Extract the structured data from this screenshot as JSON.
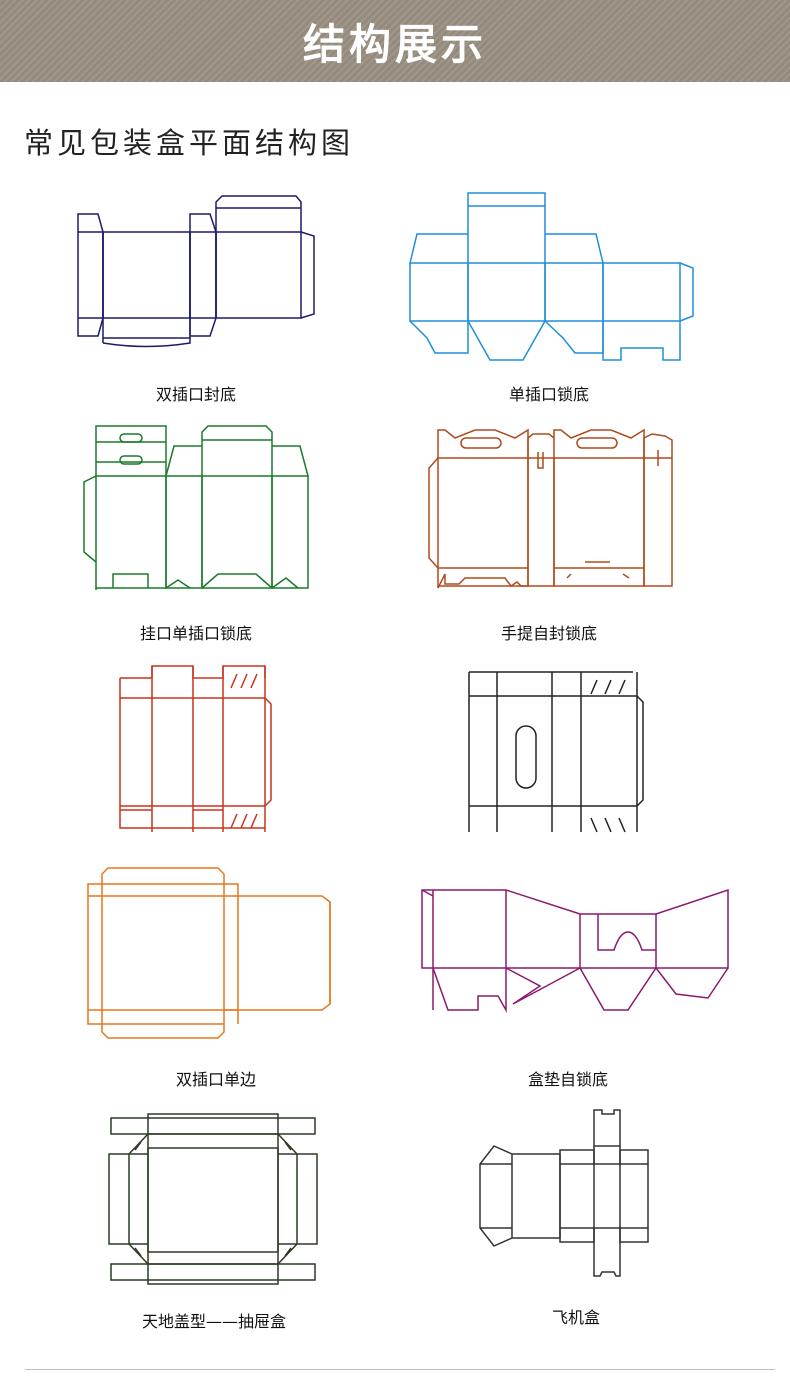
{
  "header": {
    "title": "结构展示",
    "subtitle": "常见包装盒平面结构图"
  },
  "boxes": [
    {
      "label": "双插口封底",
      "color": "#1c1a6b",
      "icon": "double-tuck-box-dieline"
    },
    {
      "label": "单插口锁底",
      "color": "#1f8fd8",
      "icon": "single-tuck-lock-bottom-dieline"
    },
    {
      "label": "挂口单插口锁底",
      "color": "#1a7a2a",
      "icon": "hanger-tuck-lock-bottom-dieline"
    },
    {
      "label": "手提自封锁底",
      "color": "#b04a1c",
      "icon": "handle-auto-lock-bottom-dieline"
    },
    {
      "label": "",
      "color": "#c8321f",
      "icon": "tuck-end-box-dieline"
    },
    {
      "label": "",
      "color": "#222222",
      "icon": "window-tuck-box-dieline"
    },
    {
      "label": "双插口单边",
      "color": "#e8761d",
      "icon": "double-tuck-single-side-dieline"
    },
    {
      "label": "盒垫自锁底",
      "color": "#8c1a6c",
      "icon": "insert-auto-lock-bottom-dieline"
    },
    {
      "label": "天地盖型——抽屉盒",
      "color": "#2c3b25",
      "icon": "drawer-box-dieline"
    },
    {
      "label": "飞机盒",
      "color": "#333333",
      "icon": "mailer-box-dieline"
    }
  ]
}
